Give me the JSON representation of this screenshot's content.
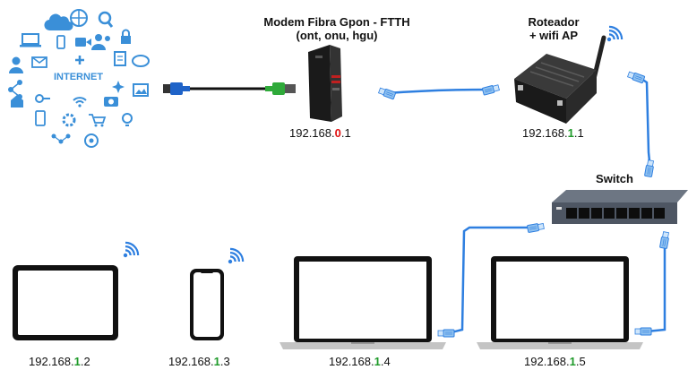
{
  "colors": {
    "internet_blue": "#3a8fd8",
    "cable_blue": "#2e7fe0",
    "fiber_black": "#111111",
    "octet_red": "#e01010",
    "octet_green": "#1f9a2a",
    "device_black": "#1a1a1a"
  },
  "internet": {
    "label": "INTERNET"
  },
  "modem": {
    "title_line1": "Modem Fibra Gpon - FTTH",
    "title_line2": "(ont, onu, hgu)",
    "ip": {
      "pre": "192.168.",
      "oct": "0",
      "post": ".1"
    }
  },
  "router": {
    "title_line1": "Roteador",
    "title_line2": "+ wifi AP",
    "ip": {
      "pre": "192.168.",
      "oct": "1",
      "post": ".1"
    }
  },
  "switch": {
    "title": "Switch"
  },
  "devices": [
    {
      "name": "tablet",
      "ip": {
        "pre": "192.168.",
        "oct": "1",
        "post": ".2"
      }
    },
    {
      "name": "phone",
      "ip": {
        "pre": "192.168.",
        "oct": "1",
        "post": ".3"
      }
    },
    {
      "name": "laptop-1",
      "ip": {
        "pre": "192.168.",
        "oct": "1",
        "post": ".4"
      }
    },
    {
      "name": "laptop-2",
      "ip": {
        "pre": "192.168.",
        "oct": "1",
        "post": ".5"
      }
    }
  ]
}
